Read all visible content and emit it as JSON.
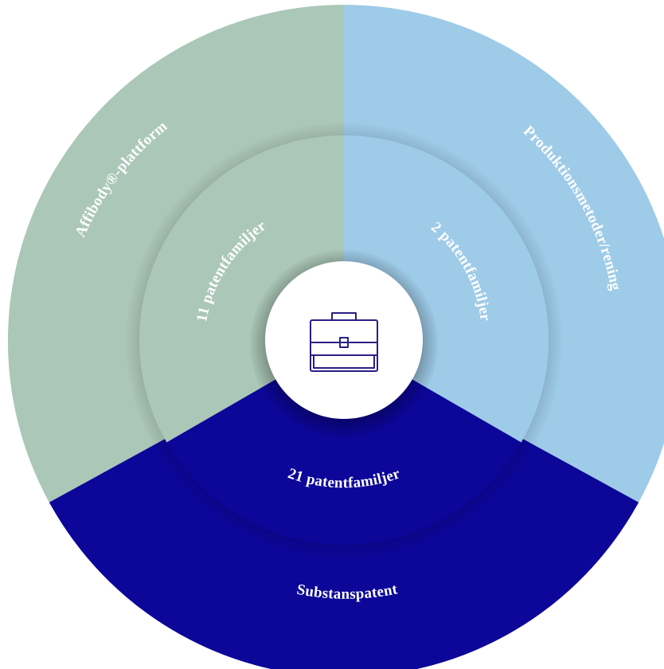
{
  "colors": {
    "affibody": "#abc7b8",
    "production": "#9ecbe8",
    "substance": "#0c0699",
    "center": "#ffffff",
    "icon": "#2a1f86",
    "label": "#ffffff"
  },
  "segments": [
    {
      "id": "affibody",
      "outer_label": "Affibody®-plattform",
      "inner_label": "11 patentfamiljer"
    },
    {
      "id": "production",
      "outer_label": "Produktionsmetoder/rening",
      "inner_label": "2 patentfamiljer"
    },
    {
      "id": "substance",
      "outer_label": "Substanspatent",
      "inner_label": "21 patentfamiljer"
    }
  ],
  "center": {
    "icon": "briefcase-icon"
  }
}
